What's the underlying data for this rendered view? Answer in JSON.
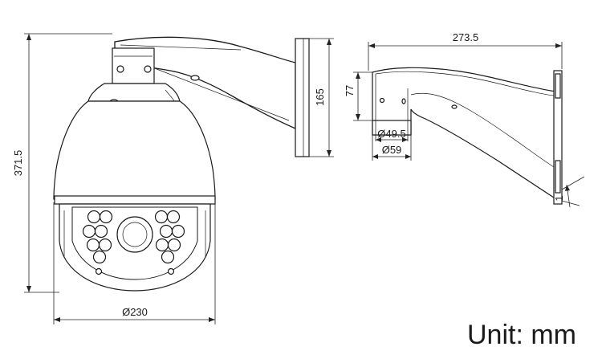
{
  "unit_label": "Unit: mm",
  "dimensions": {
    "total_height": "371.5",
    "dome_diameter": "Ø230",
    "bracket_plate_height": "165",
    "bracket_length": "273.5",
    "bracket_drop": "77",
    "pipe_inner_diameter": "Ø49.5",
    "pipe_outer_diameter": "Ø59",
    "wall_thickness": "1"
  }
}
